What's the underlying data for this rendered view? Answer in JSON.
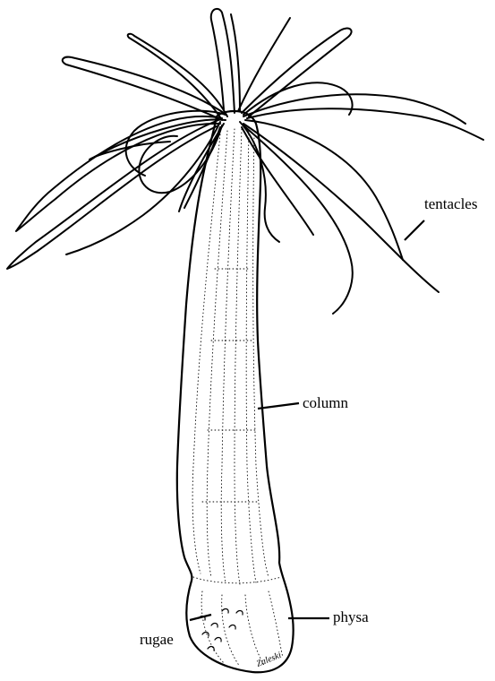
{
  "diagram": {
    "subject": "sea anemone",
    "labels": {
      "tentacles": "tentacles",
      "column": "column",
      "physa": "physa",
      "rugae": "rugae"
    },
    "signature": "Zaleski"
  }
}
